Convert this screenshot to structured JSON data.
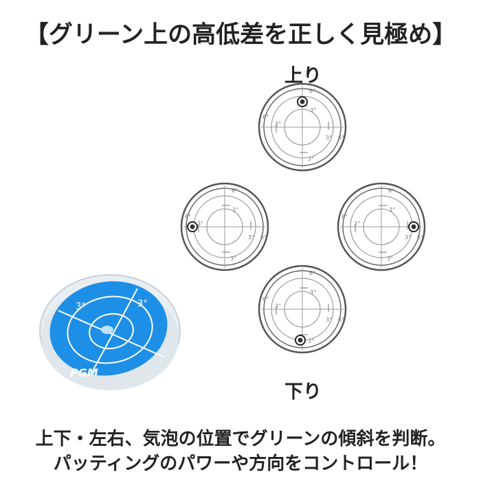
{
  "title": "【グリーン上の高低差を正しく見極め】",
  "labels": {
    "uphill": "上り",
    "downhill": "下り"
  },
  "dial_scale": {
    "outer": "6°",
    "inner": "3°"
  },
  "dials": [
    {
      "name": "uphill",
      "bubble": "top"
    },
    {
      "name": "left",
      "bubble": "left"
    },
    {
      "name": "right",
      "bubble": "right"
    },
    {
      "name": "downhill",
      "bubble": "bottom"
    }
  ],
  "product": {
    "brand": "PGM",
    "scale_label": "3°",
    "color": "#1e8fe6"
  },
  "footer": {
    "line1": "上下・左右、気泡の位置でグリーンの傾斜を判断。",
    "line2": "パッティングのパワーや方向をコントロール！"
  }
}
